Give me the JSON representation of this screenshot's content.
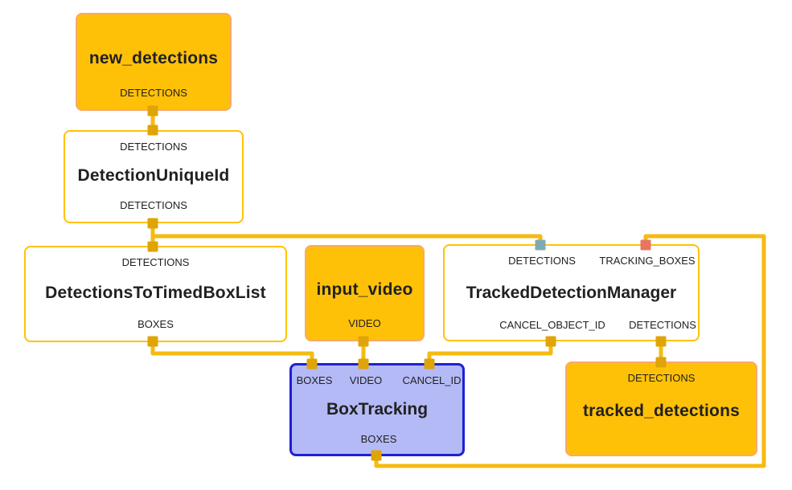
{
  "diagram": {
    "nodes": {
      "new_detections": {
        "title": "new_detections",
        "type": "input-stream",
        "outputs": [
          "DETECTIONS"
        ]
      },
      "detection_unique_id": {
        "title": "DetectionUniqueId",
        "type": "calculator",
        "inputs": [
          "DETECTIONS"
        ],
        "outputs": [
          "DETECTIONS"
        ]
      },
      "detections_to_timed_box_list": {
        "title": "DetectionsToTimedBoxList",
        "type": "calculator",
        "inputs": [
          "DETECTIONS"
        ],
        "outputs": [
          "BOXES"
        ]
      },
      "input_video": {
        "title": "input_video",
        "type": "input-stream",
        "outputs": [
          "VIDEO"
        ]
      },
      "tracked_detection_manager": {
        "title": "TrackedDetectionManager",
        "type": "calculator",
        "inputs": [
          "DETECTIONS",
          "TRACKING_BOXES"
        ],
        "outputs": [
          "CANCEL_OBJECT_ID",
          "DETECTIONS"
        ]
      },
      "box_tracking": {
        "title": "BoxTracking",
        "type": "subgraph",
        "inputs": [
          "BOXES",
          "VIDEO",
          "CANCEL_ID"
        ],
        "outputs": [
          "BOXES"
        ]
      },
      "tracked_detections": {
        "title": "tracked_detections",
        "type": "output-stream",
        "inputs": [
          "DETECTIONS"
        ]
      }
    },
    "edges": [
      {
        "from": "new_detections.DETECTIONS",
        "to": "DetectionUniqueId.DETECTIONS"
      },
      {
        "from": "DetectionUniqueId.DETECTIONS",
        "to": "DetectionsToTimedBoxList.DETECTIONS"
      },
      {
        "from": "DetectionUniqueId.DETECTIONS",
        "to": "TrackedDetectionManager.DETECTIONS"
      },
      {
        "from": "DetectionsToTimedBoxList.BOXES",
        "to": "BoxTracking.BOXES"
      },
      {
        "from": "input_video.VIDEO",
        "to": "BoxTracking.VIDEO"
      },
      {
        "from": "TrackedDetectionManager.CANCEL_OBJECT_ID",
        "to": "BoxTracking.CANCEL_ID"
      },
      {
        "from": "TrackedDetectionManager.DETECTIONS",
        "to": "tracked_detections.DETECTIONS"
      },
      {
        "from": "BoxTracking.BOXES",
        "to": "TrackedDetectionManager.TRACKING_BOXES"
      }
    ],
    "colors": {
      "background": "#FFFFFF",
      "stream_node_fill": "#FFC107",
      "stream_node_border": "#F9A96B",
      "calculator_node_fill": "#FFFFFF",
      "calculator_node_border": "#FFC107",
      "subgraph_node_fill": "#B4BAF5",
      "subgraph_node_border": "#1F1FD8",
      "edge": "#F5BB12",
      "port": "#DFA408",
      "port_teal": "#7CABB5",
      "port_red": "#E87562",
      "text": "#212121"
    }
  }
}
